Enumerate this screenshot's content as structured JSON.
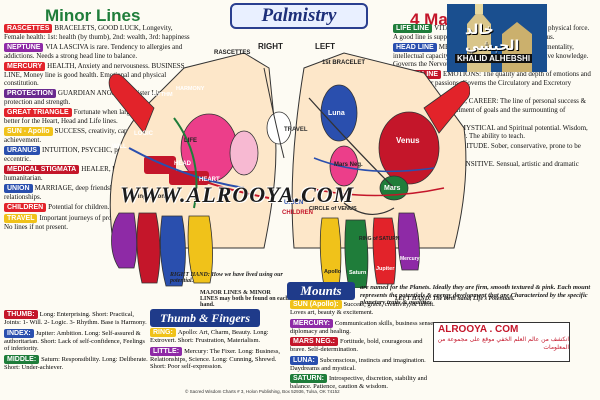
{
  "title": "Palmistry",
  "headers": {
    "minor": "Minor Lines",
    "major": "4 Major Lines"
  },
  "left_col": [
    {
      "tag": "RASCETTES",
      "color": "#e2232a",
      "text": "BRACELETS, GOOD LUCK, Longevity, Female health: 1st: health (by thumb), 2nd: wealth, 3rd: happiness"
    },
    {
      "tag": "NEPTUNE",
      "color": "#8e2aa6",
      "text": "VIA LASCIVA is rare. Tendency to allergies and addictions. Needs a strong head line to balance."
    },
    {
      "tag": "MERCURY",
      "color": "#e2232a",
      "text": "HEALTH, Anxiety and nervousness. BUSINESS LINE, Money line is good health. Emotional and physical constitution."
    },
    {
      "tag": "PROTECTION",
      "color": "#6a2a8f",
      "text": "GUARDIAN ANGELS. A Sister Line that adds protection and strength."
    },
    {
      "tag": "GREAT TRIANGLE",
      "color": "#e2232a",
      "text": "Fortunate when large. The larger, the better for the Heart, Head and Life lines."
    },
    {
      "tag": "SUN - Apollo",
      "color": "#f0c21a",
      "text": "SUCCESS, creativity, capability and achievement."
    },
    {
      "tag": "URANUS",
      "color": "#2a4fae",
      "text": "INTUITION, PSYCHIC, perceptive, expressive, eccentric."
    },
    {
      "tag": "MEDICAL STIGMATA",
      "color": "#c4162a",
      "text": "HEALER, health and care giver, humanitarian."
    },
    {
      "tag": "UNION",
      "color": "#2a4fae",
      "text": "MARRIAGE, deep friendships and meaningful relationships."
    },
    {
      "tag": "CHILDREN",
      "color": "#e2232a",
      "text": "Potential for children."
    },
    {
      "tag": "TRAVEL",
      "color": "#f0c21a",
      "text": "Important journeys of profound effect. Major moves. No lines if not present."
    }
  ],
  "right_col": [
    {
      "tag": "LIFE LINE",
      "color": "#1f7d3a",
      "text": "VITALITY, indicates energy, health and physical force. A good line is supported by a firm, wide Mount of Venus."
    },
    {
      "tag": "HEAD LINE",
      "color": "#2a4fae",
      "text": "MENTALITY, everything concerning mentality, intellectual capacity and reasoning. Rational and intuitive knowledge. Governs the Nervous system."
    },
    {
      "tag": "HEART LINE",
      "color": "#c4162a",
      "text": "EMOTIONS: The quality and depth of emotions and affections, our passions. Governs the Circulatory and Excretory systems."
    },
    {
      "tag": "FATE LINE",
      "color": "#2a4fae",
      "text": "DESTINY, CAREER: The line of personal success & achievement. The fulfillment of goals and the surmounting of obstacles."
    },
    {
      "tag": "SOLOMON'S RING:",
      "color": "",
      "text": "MYSTICAL and Spiritual potential. Wisdom, discernment and authority. The ability to teach."
    },
    {
      "tag": "RING of SATURN:",
      "color": "",
      "text": "SOLITUDE. Sober, conservative, prone to be reserved and isolated."
    },
    {
      "tag": "CIRCLE of VENUS:",
      "color": "",
      "text": "SENSITIVE. Sensual, artistic and dramatic flair."
    }
  ],
  "hand_labels": {
    "right": "RIGHT",
    "left": "LEFT",
    "rascettes": "RASCETTES",
    "first_bracelet": "1st BRACELET",
    "rhythm": "RHYTHM",
    "harmony": "HARMONY",
    "travel": "TRAVEL",
    "logic": "LOGIC",
    "will": "WILL",
    "life": "LIFE",
    "head": "HEAD",
    "heart": "HEART",
    "luna": "Luna",
    "mars_neg": "Mars Neg.",
    "mars": "Mars",
    "venus": "Venus",
    "finger_zones": "Finger Zones",
    "union": "UNION",
    "children": "CHILDREN",
    "circle_of_venus": "CIRCLE of VENUS",
    "jupiter": "Jupiter",
    "saturn": "Saturn",
    "apollo": "Apollo",
    "mercury": "Mercury",
    "ring_of_saturn": "RING of SATURN"
  },
  "captions": {
    "right_hand": "RIGHT HAND: How we have lived using our potential.",
    "left_hand": "LEFT HAND: The birth hand, Life's Potentials.",
    "major_minor": "MAJOR LINES & MINOR LINES may both be found on each hand."
  },
  "watermark": "WWW.ALROOYA.COM",
  "logo": {
    "arabic": "خالد الحبشي",
    "english": "KHALID ALHEBSHI"
  },
  "mounts": {
    "title": "Mounts",
    "intro": "are named for the Planets. Ideally they are firm, smooth textured & pink. Each mount represents the potentials & energy development that are Characterized by the specific planetary traits & qualities",
    "items": [
      {
        "tag": "SUN (Apollo):",
        "color": "#f0c21a",
        "text": "Success, grace, creativity, & talent. Loves art, beauty & excitement."
      },
      {
        "tag": "MERCURY:",
        "color": "#8e2aa6",
        "text": "Communication skills, business sense, diplomacy and healing."
      },
      {
        "tag": "MARS NEG.:",
        "color": "#c4162a",
        "text": "Fortitude, bold, courageous and brave. Self-determination."
      },
      {
        "tag": "LUNA:",
        "color": "#2a4fae",
        "text": "Subconscious, instincts and imagination. Daydreams and mystical."
      },
      {
        "tag": "SATURN:",
        "color": "#1f7d3a",
        "text": "Introspective, discretion, stability and balance. Patience, caution & wisdom."
      }
    ]
  },
  "thumb": {
    "title": "Thumb & Fingers",
    "items": [
      {
        "tag": "THUMB:",
        "color": "#c4162a",
        "text": "Long: Enterprising. Short: Practical, Joints: 1- Will. 2- Logic. 3- Rhythm. Base is Harmony."
      },
      {
        "tag": "INDEX:",
        "color": "#2a4fae",
        "text": "Jupiter: Ambition. Long: Self-assured & authoritarian. Short: Lack of self-confidence, Feelings of inferiority."
      },
      {
        "tag": "MIDDLE:",
        "color": "#1f7d3a",
        "text": "Saturn: Responsibility. Long: Deliberate. Short: Under-achiever."
      },
      {
        "tag": "RING:",
        "color": "#f0c21a",
        "text": "Apollo: Art, Charm, Beauty. Long: Extrovert. Short: Frustration, Materialism."
      },
      {
        "tag": "LITTLE:",
        "color": "#8e2aa6",
        "text": "Mercury: The Fixer. Long: Business, Relationships, Science. Long: Cunning, Shrewd. Short: Poor self-expression."
      }
    ]
  },
  "alrooya": {
    "title": "ALROOYA . COM",
    "arabic": "انكشف من عالم العلم الخفي موقع على مجموعة من المعلومات"
  },
  "footer": "© Sacred Wisdom Charts  # 3, Holon Publishing, Box 52936, Tulsa, OK 74152"
}
